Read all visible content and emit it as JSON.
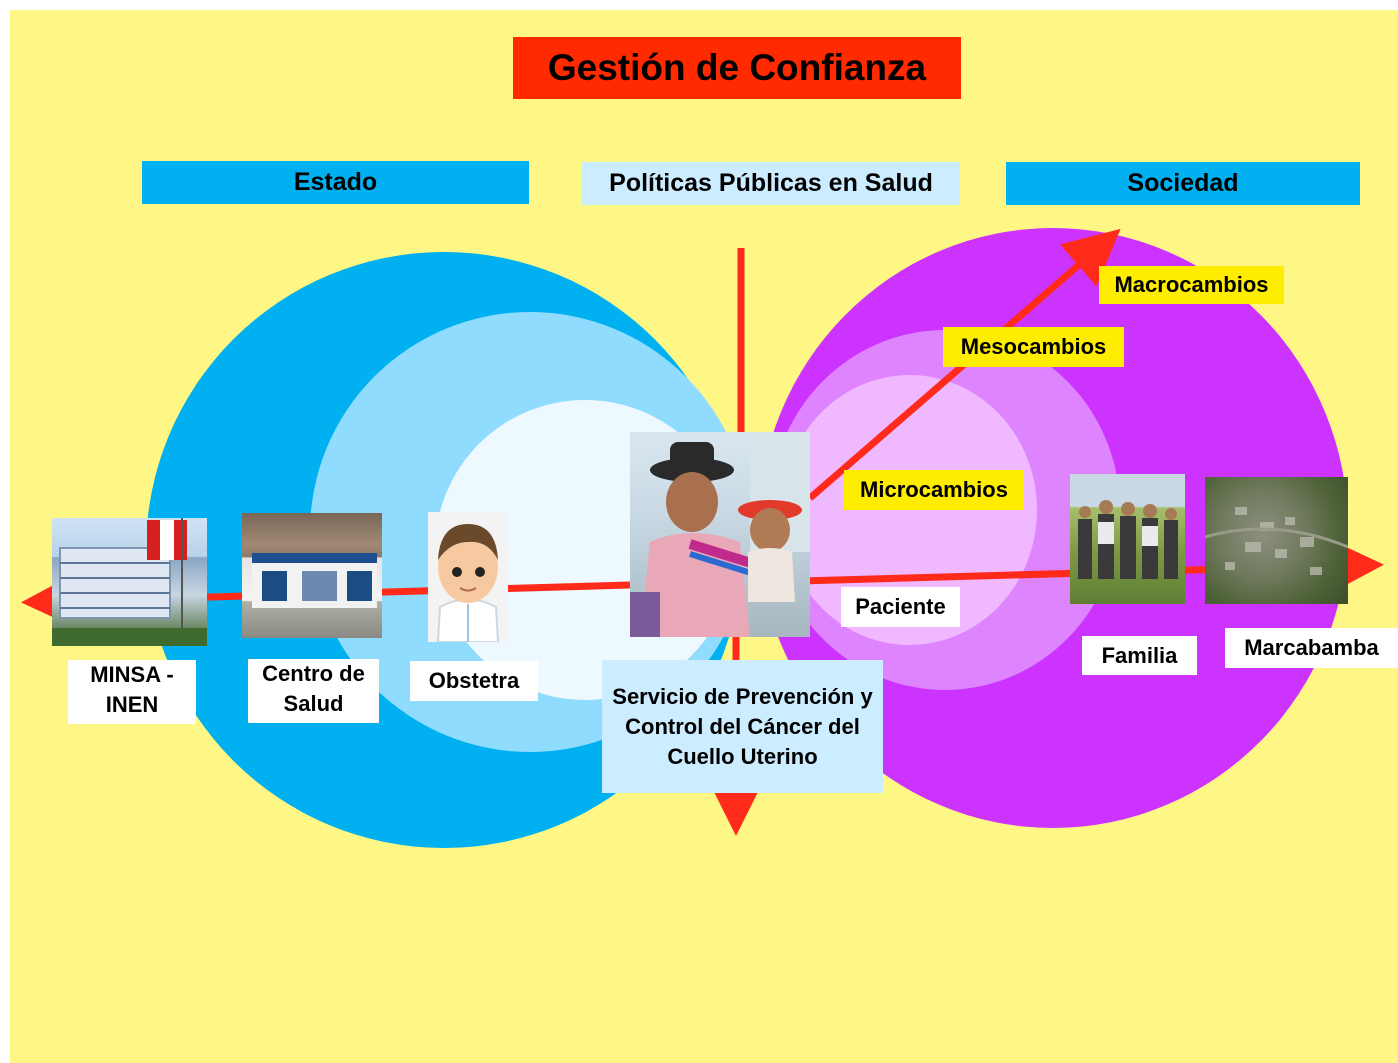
{
  "title": "Gestión de Confianza",
  "headers": {
    "estado": "Estado",
    "politicas": "Políticas Públicas en Salud",
    "sociedad": "Sociedad"
  },
  "levels": {
    "macro": "Macrocambios",
    "meso": "Mesocambios",
    "micro": "Microcambios"
  },
  "actors": {
    "minsa": "MINSA - INEN",
    "centro": "Centro de Salud",
    "obstetra": "Obstetra",
    "paciente": "Paciente",
    "familia": "Familia",
    "marcabamba": "Marcabamba"
  },
  "service": "Servicio de Prevención y Control del Cáncer del Cuello Uterino",
  "colors": {
    "background": "#fff785",
    "title_bg": "#ff2a00",
    "header_bg": "#00b0f0",
    "politicas_bg": "#ccecff",
    "arrow": "#ff2a1a",
    "state_outer": "#00b0f0",
    "state_mid": "#8fdcff",
    "state_inner": "#eef8ff",
    "society_outer": "#cc33ff",
    "society_mid": "#df84ff",
    "society_inner": "#efb8ff",
    "level_label_bg": "#ffed00"
  }
}
